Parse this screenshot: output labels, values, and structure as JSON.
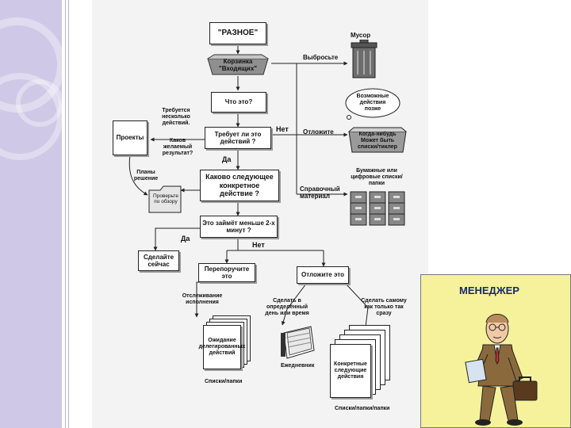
{
  "diagram": {
    "raznoe": "\"РАЗНОЕ\"",
    "inbox": "Корзинка \"Входящих\"",
    "what_is_it": "Что это?",
    "action_required": "Требует ли это действий ?",
    "no_1": "Нет",
    "yes_1": "Да",
    "next_action": "Каково следующее конкретное действие ?",
    "two_minutes": "Это займёт меньше 2-х минут ?",
    "yes_2": "Да",
    "no_2": "Нет",
    "do_it_now": "Сделайте сейчас",
    "delegate": "Перепоручите это",
    "defer": "Отложите это",
    "trash_label": "Мусор",
    "throw_away": "Выбросьте",
    "postpone": "Отложите",
    "possible_actions_cloud": "Возможные действия позже",
    "someday_maybe": "Когда-нибудь Может быть списки/тиклер",
    "reference_material": "Справочный материал",
    "files": "Бумажные или цифровые списки/папки",
    "multi_step": "Требуется несколько действий.",
    "projects": "Проекты",
    "desired_result": "Каков желаемый результат?",
    "plan_decide": "Планы решение",
    "check_for_review": "Проверьте по обзору",
    "waiting_tracking": "Отслеживание исполнения",
    "waiting_for": "Ожидание делегированных действий",
    "lists_left": "Списки/папки",
    "specific_time": "Сделать в определённый день или время",
    "calendar": "Ежедневник",
    "asap": "Сделать самому как только так сразу",
    "next_actions": "Конкретные следующие действия",
    "lists_right": "Списки/папки/папки"
  },
  "card": {
    "title": "МЕНЕДЖЕР"
  }
}
